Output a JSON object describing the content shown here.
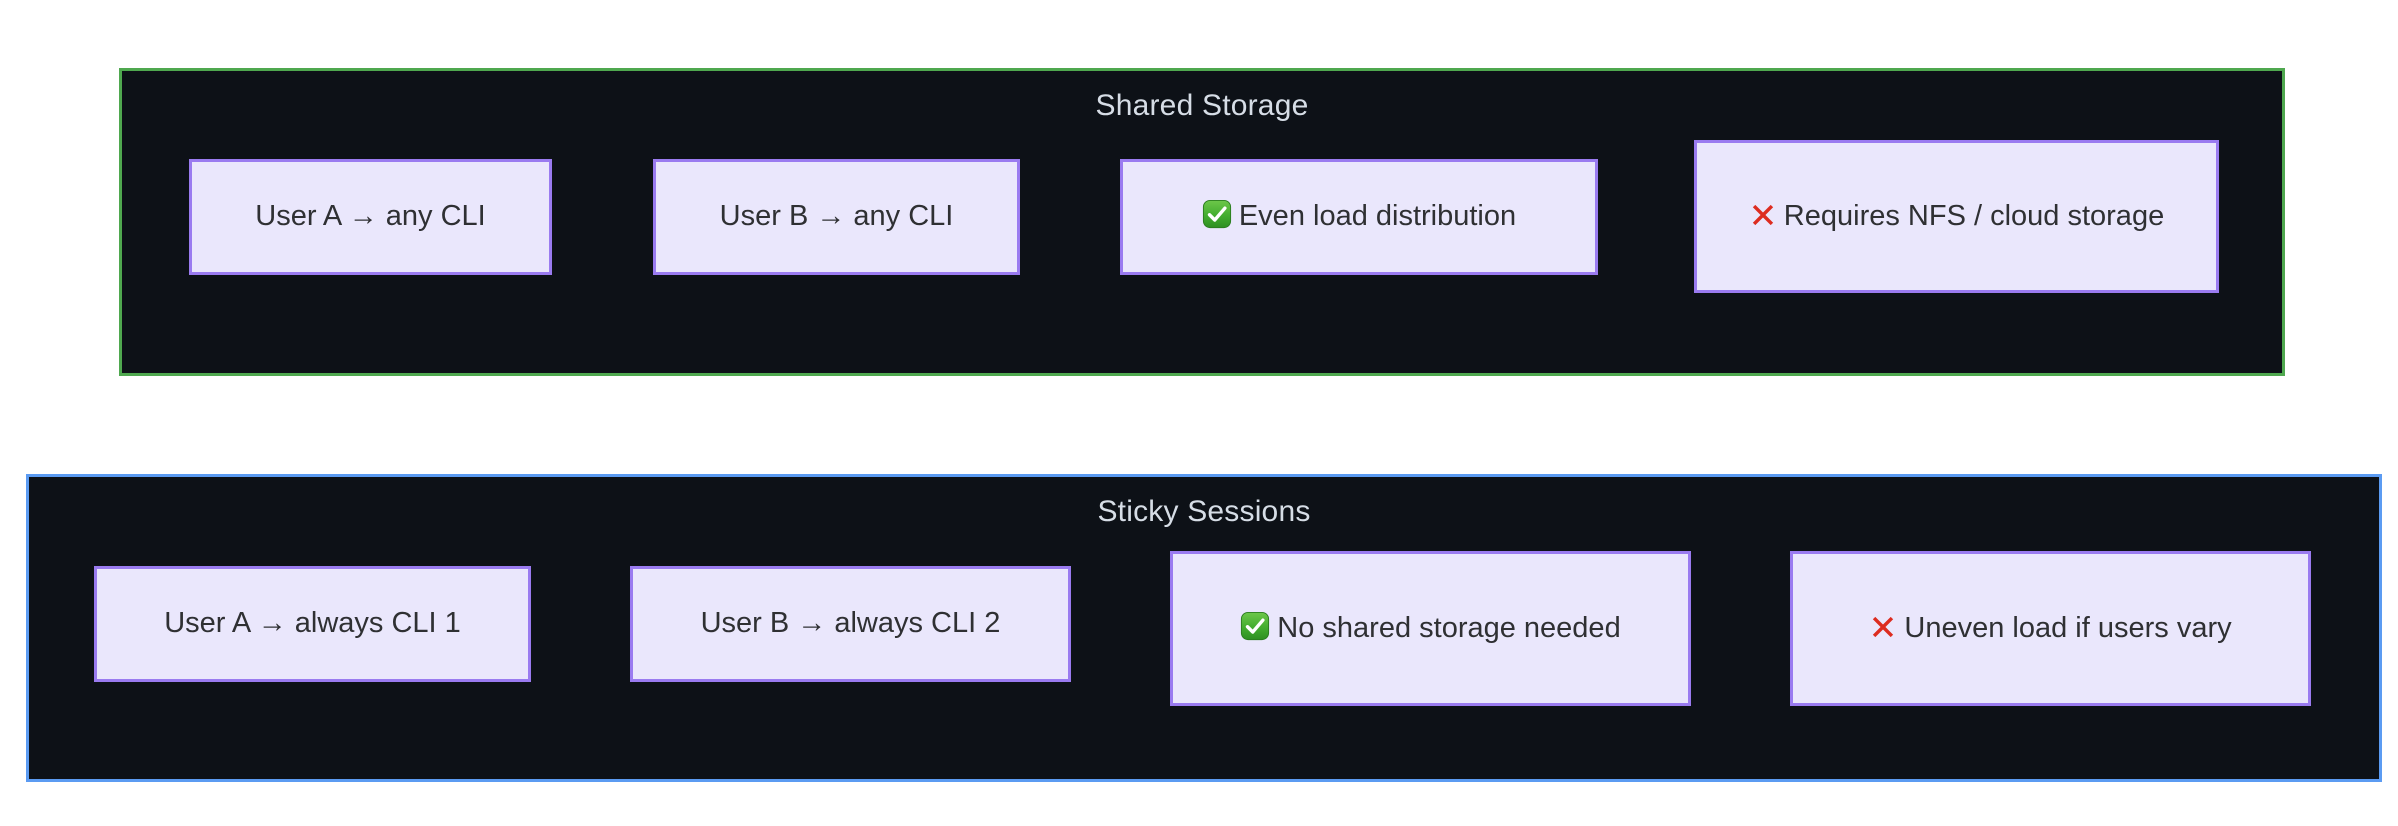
{
  "diagram": {
    "type": "comparison-flowchart",
    "background_color": "#ffffff",
    "node_fill": "#eae7fc",
    "node_border": "#9a7bf0",
    "node_text_color": "#2f3033",
    "container_fill": "#0d1117",
    "container_title_color": "#d6dde6",
    "groups": [
      {
        "id": "shared-storage",
        "title": "Shared Storage",
        "border_color": "#4fa84f",
        "nodes": [
          {
            "id": "user-a-any-cli",
            "label": "User A → any CLI",
            "icon": null
          },
          {
            "id": "user-b-any-cli",
            "label": "User B → any CLI",
            "icon": null
          },
          {
            "id": "even-load-distribution",
            "label": "Even load distribution",
            "icon": "check-mark-button-icon"
          },
          {
            "id": "requires-nfs-cloud-storage",
            "label": "Requires NFS / cloud storage",
            "icon": "cross-mark-icon"
          }
        ]
      },
      {
        "id": "sticky-sessions",
        "title": "Sticky Sessions",
        "border_color": "#5b9bf2",
        "nodes": [
          {
            "id": "user-a-always-cli-1",
            "label": "User A → always CLI 1",
            "icon": null
          },
          {
            "id": "user-b-always-cli-2",
            "label": "User B → always CLI 2",
            "icon": null
          },
          {
            "id": "no-shared-storage-needed",
            "label": "No shared storage needed",
            "icon": "check-mark-button-icon"
          },
          {
            "id": "uneven-load-if-users-vary",
            "label": "Uneven load if users vary",
            "icon": "cross-mark-icon"
          }
        ]
      }
    ]
  }
}
